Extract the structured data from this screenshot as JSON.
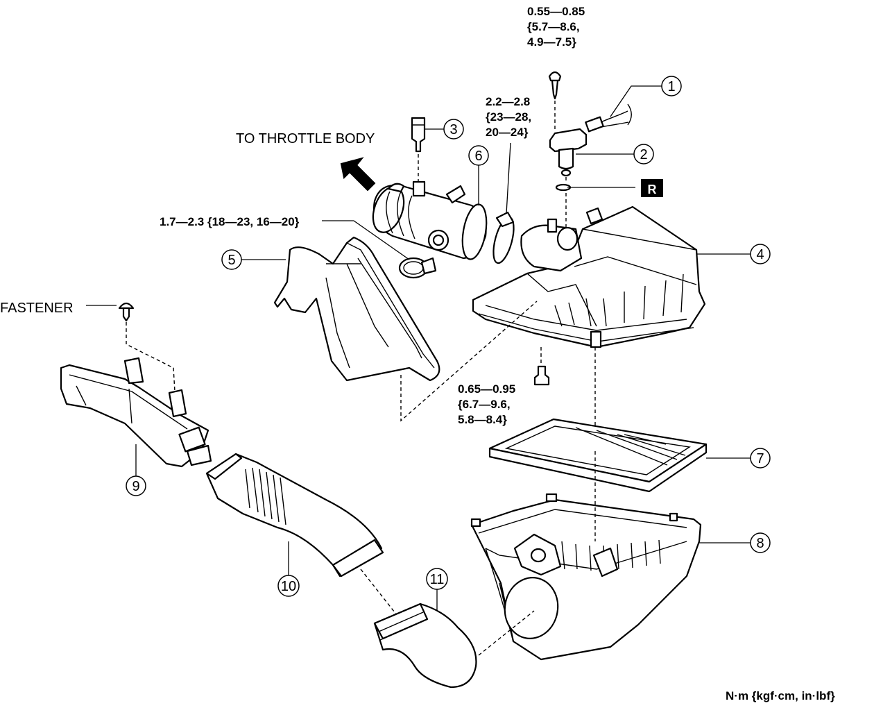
{
  "labels": {
    "to_throttle_body": "TO THROTTLE BODY",
    "fastener": "FASTENER",
    "units": "N·m {kgf·cm, in·lbf}",
    "r_mark": "R"
  },
  "torques": {
    "sensor_screw": [
      "0.55—0.85",
      "{5.7—8.6,",
      "4.9—7.5}"
    ],
    "duct_clamp": [
      "2.2—2.8",
      "{23—28,",
      "20—24}"
    ],
    "hose_clamp": "1.7—2.3 {18—23, 16—20}",
    "cleaner_bolt": [
      "0.65—0.95",
      "{6.7—9.6,",
      "5.8—8.4}"
    ]
  },
  "callouts": [
    "1",
    "2",
    "3",
    "4",
    "5",
    "6",
    "7",
    "8",
    "9",
    "10",
    "11"
  ]
}
